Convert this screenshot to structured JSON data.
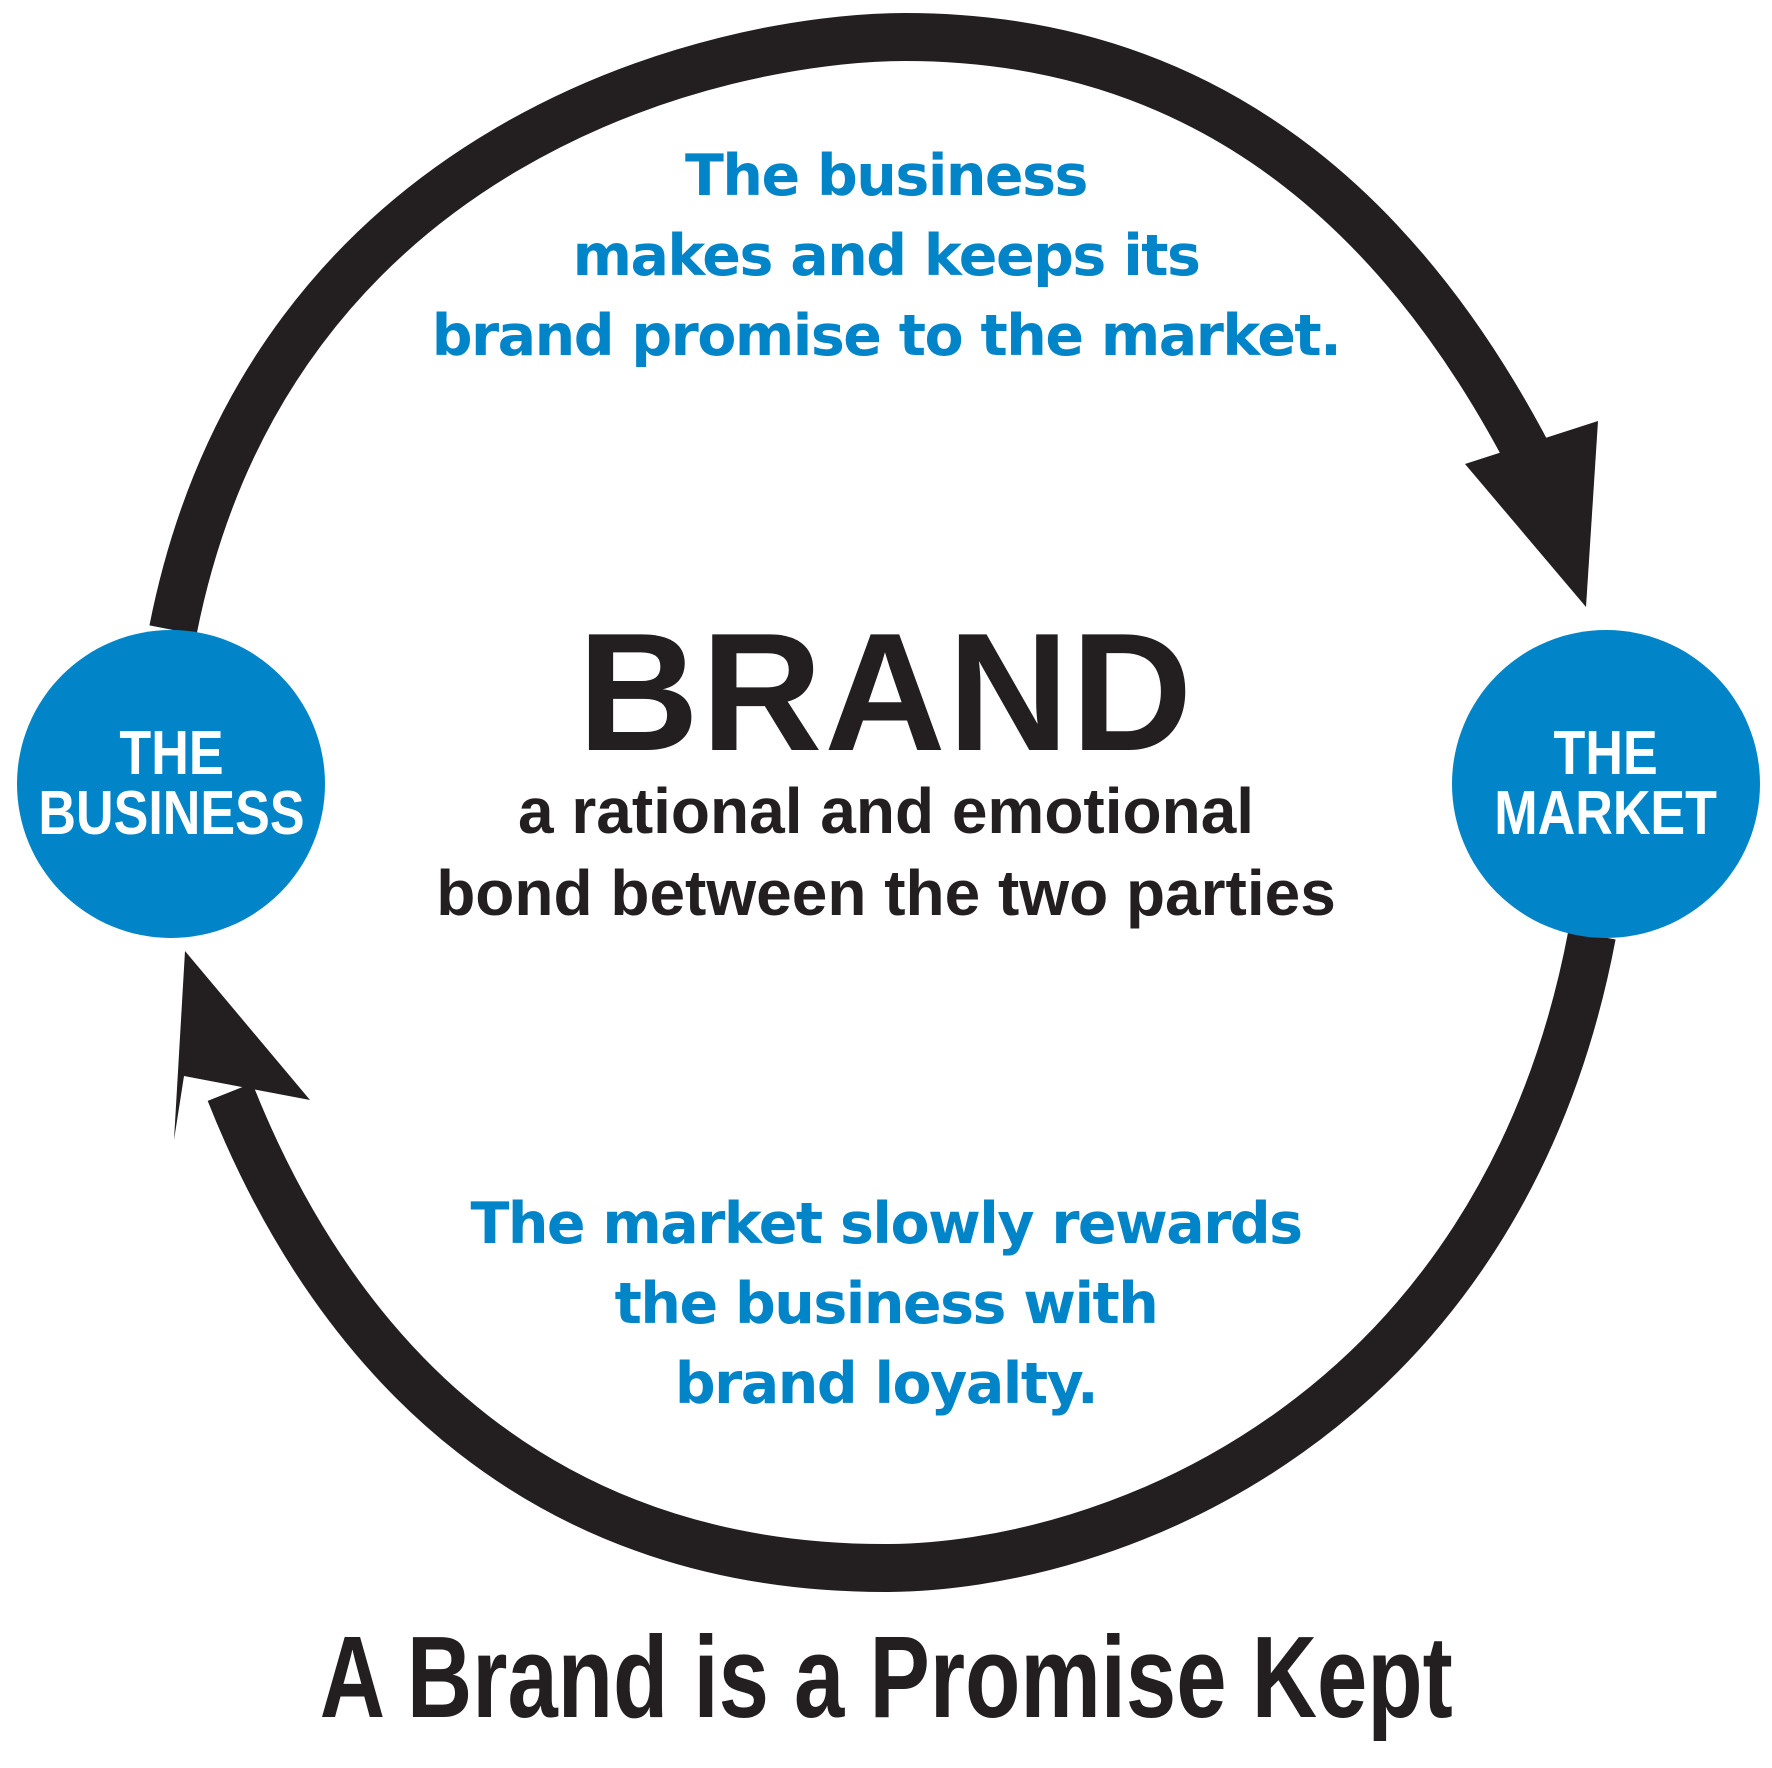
{
  "colors": {
    "accent": "#0285c8",
    "dark": "#231f20",
    "background": "#ffffff"
  },
  "nodes": {
    "left": {
      "line1": "THE",
      "line2": "BUSINESS"
    },
    "right": {
      "line1": "THE",
      "line2": "MARKET"
    }
  },
  "top_text": {
    "line1": "The business",
    "line2": "makes and keeps its",
    "line3": "brand promise to the market."
  },
  "bottom_text": {
    "line1": "The market slowly rewards",
    "line2": "the business with",
    "line3": "brand loyalty."
  },
  "center": {
    "title": "BRAND",
    "subtitle_line1": "a rational and emotional",
    "subtitle_line2": "bond between the two parties"
  },
  "headline": "A Brand is a Promise Kept"
}
